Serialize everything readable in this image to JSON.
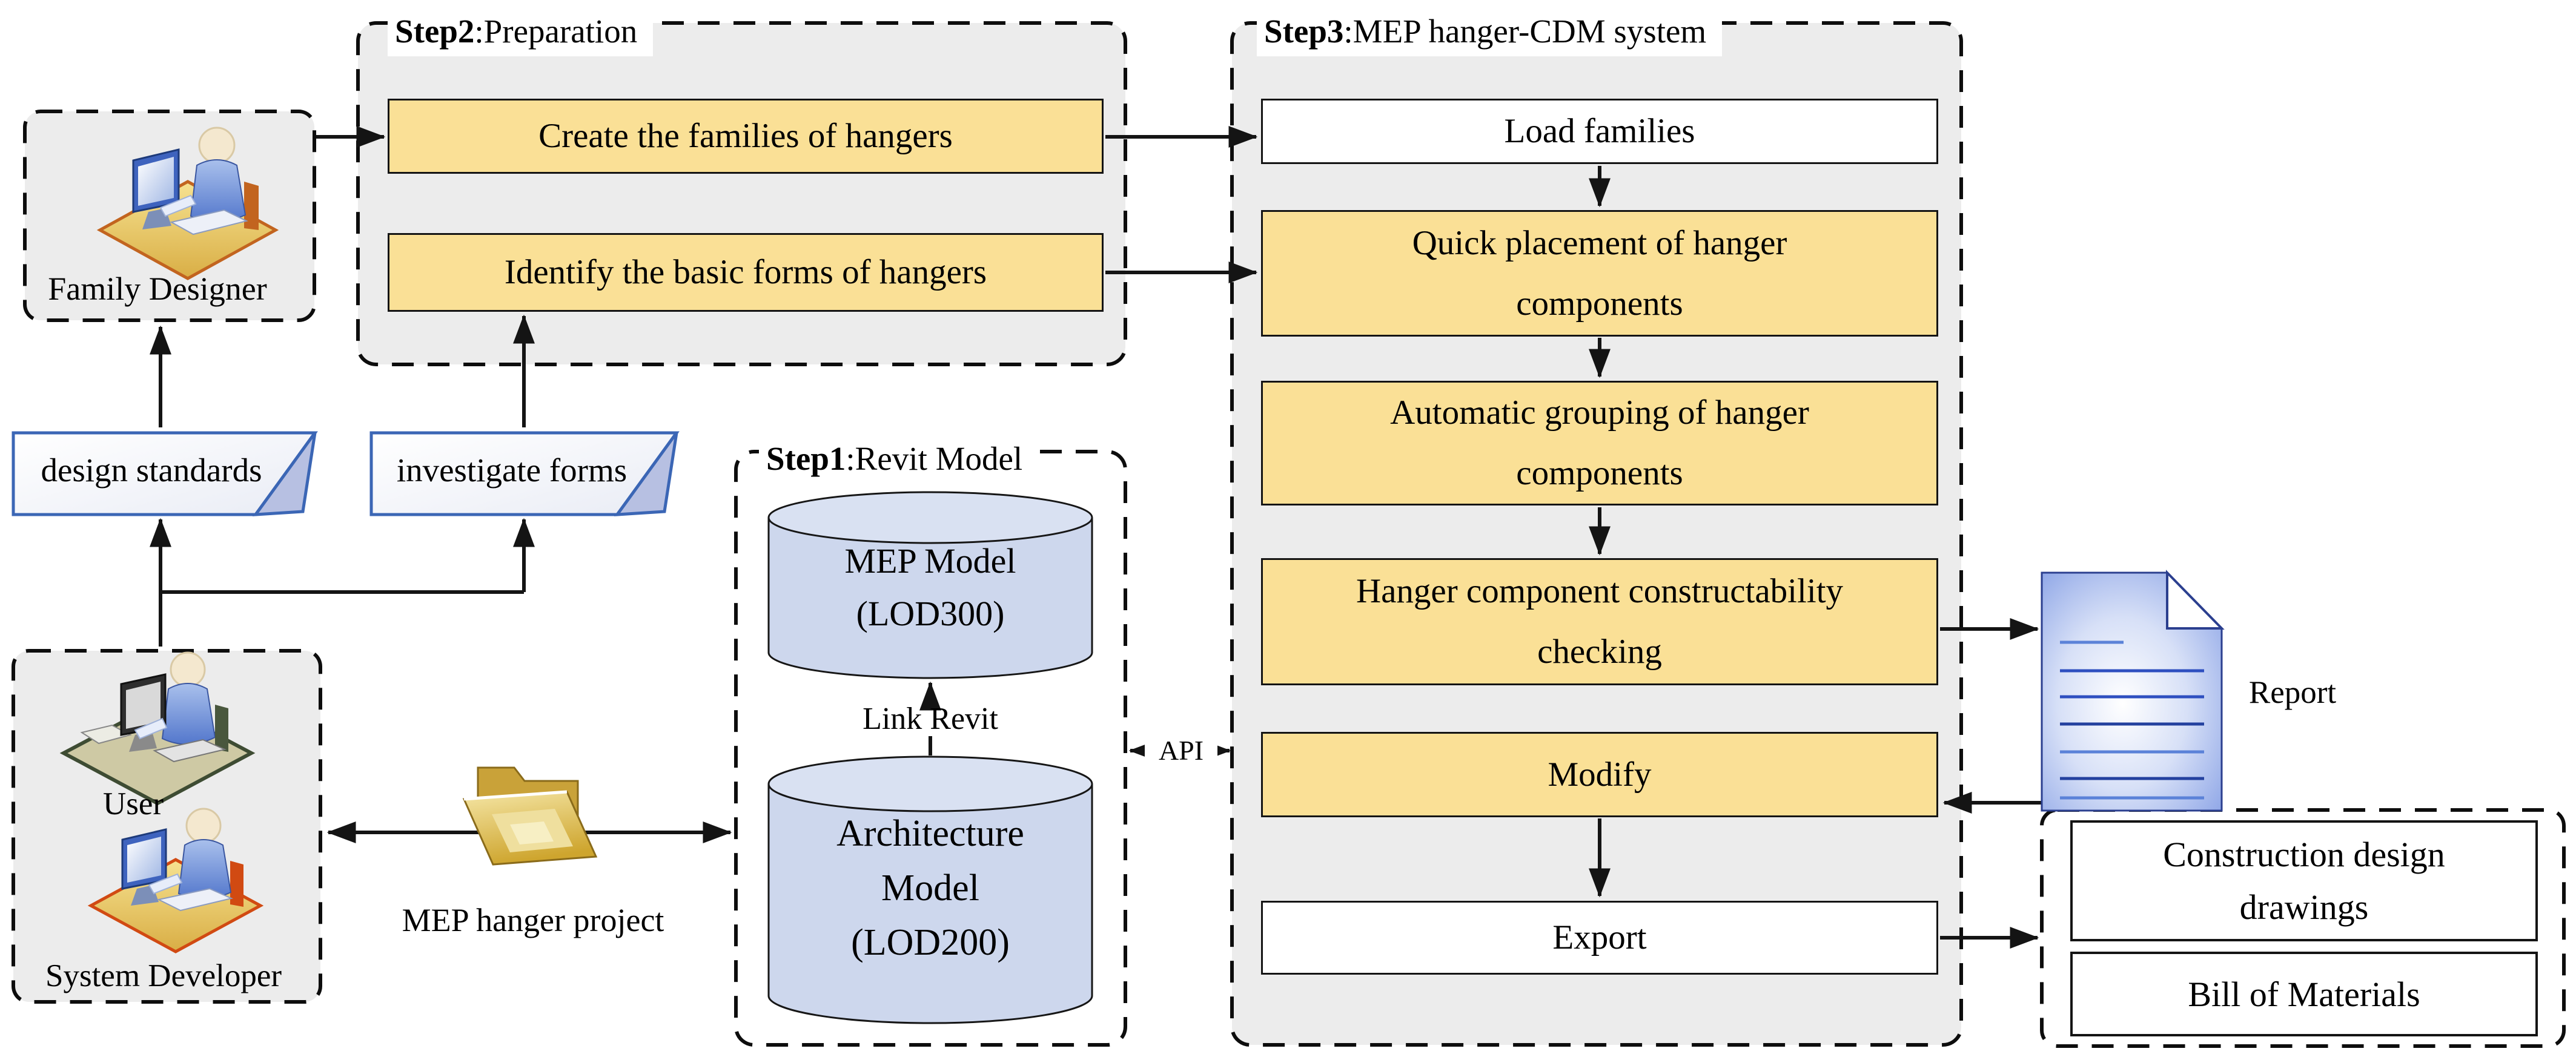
{
  "palette": {
    "process_yellow": "#FAE096",
    "panel_gray": "#ECECEC",
    "cylinder_blue": "#CDD7ED",
    "doc_border_blue": "#3B66B5",
    "doc_fold_blue": "#B7C0E2",
    "report_blue": "#7E99E3",
    "folder_gold": "#D9B23A",
    "line_black": "#141414"
  },
  "actors": {
    "family_designer": {
      "label": "Family Designer"
    },
    "user": {
      "label": "User"
    },
    "system_developer": {
      "label": "System Developer"
    }
  },
  "artifacts": {
    "design_standards": {
      "label": "design standards"
    },
    "investigate_forms": {
      "label": "investigate forms"
    },
    "mep_hanger_project": {
      "label": "MEP hanger project"
    },
    "report": {
      "label": "Report"
    }
  },
  "step1": {
    "title_step": "Step1",
    "title_rest": ":Revit Model",
    "mep_model": {
      "label": "MEP Model\n(LOD300)"
    },
    "architecture_model": {
      "label": "Architecture\nModel\n(LOD200)"
    },
    "link_label": "Link Revit"
  },
  "step2": {
    "title_step": "Step2",
    "title_rest": ":Preparation",
    "boxes": [
      {
        "label": "Create the families of hangers"
      },
      {
        "label": "Identify the basic forms of hangers"
      }
    ]
  },
  "step3": {
    "title_step": "Step3",
    "title_rest": ":MEP hanger-CDM system",
    "boxes": [
      {
        "label": "Load families"
      },
      {
        "label": "Quick placement of hanger\ncomponents"
      },
      {
        "label": "Automatic grouping of hanger\ncomponents"
      },
      {
        "label": "Hanger component constructability\nchecking"
      },
      {
        "label": "Modify"
      },
      {
        "label": "Export"
      }
    ]
  },
  "connector_labels": {
    "api": "API"
  },
  "outputs": {
    "boxes": [
      {
        "label": "Construction design\ndrawings"
      },
      {
        "label": "Bill of Materials"
      }
    ]
  }
}
